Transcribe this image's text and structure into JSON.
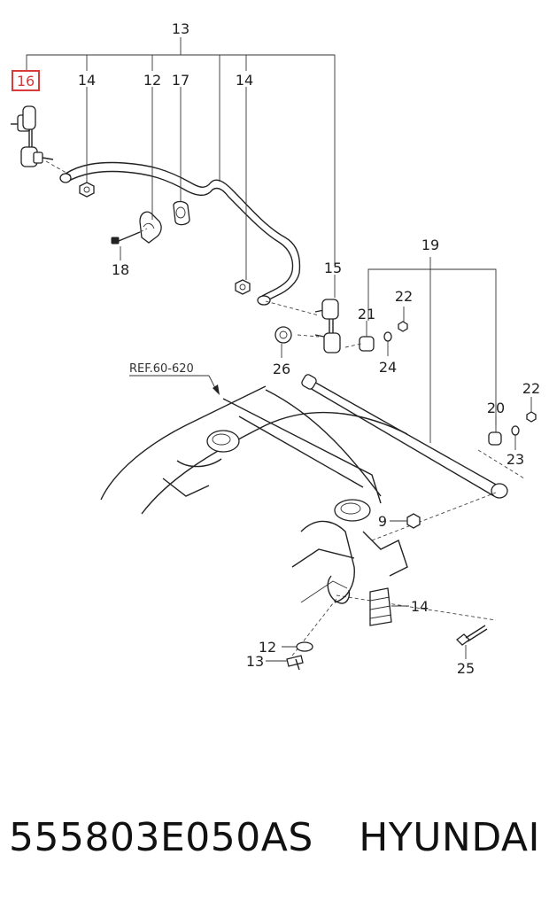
{
  "diagram": {
    "reference_label": "REF.60-620",
    "highlight_color": "#d93a3a",
    "callouts": {
      "c13_top": "13",
      "c16": "16",
      "c14_left": "14",
      "c12_top": "12",
      "c17": "17",
      "c14_mid": "14",
      "c18": "18",
      "c15": "15",
      "c19": "19",
      "c21": "21",
      "c22_a": "22",
      "c24": "24",
      "c26": "26",
      "c22_b": "22",
      "c20": "20",
      "c23": "23",
      "c9": "9",
      "c14_bottom": "14",
      "c12_bottom": "12",
      "c13_bottom": "13",
      "c25": "25"
    }
  },
  "caption": {
    "part_number": "555803E050AS",
    "brand": "HYUNDAI"
  }
}
